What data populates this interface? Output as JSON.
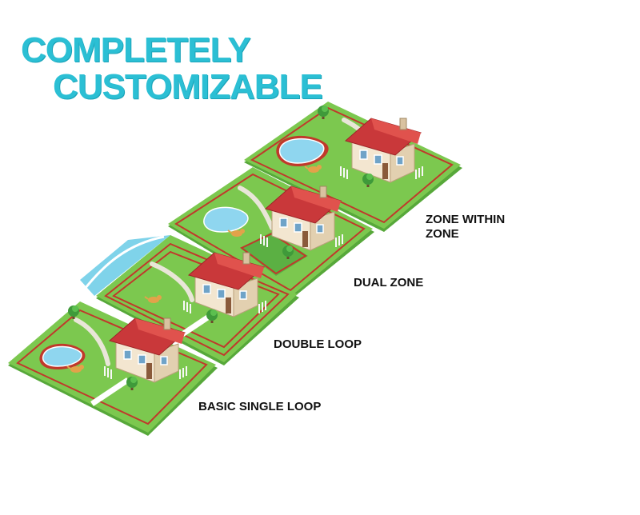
{
  "headline": {
    "line1": "COMPLETELY",
    "line2": "CUSTOMIZABLE"
  },
  "colors": {
    "headline": "#2bbfd4",
    "grass": "#7cc84f",
    "grass_edge": "#57a83a",
    "wire": "#c0392b",
    "water": "#8fd6ef",
    "roof": "#c9383a"
  },
  "configurations": [
    {
      "id": "zone-within-zone",
      "label_line1": "ZONE WITHIN",
      "label_line2": "ZONE"
    },
    {
      "id": "dual-zone",
      "label": "DUAL ZONE"
    },
    {
      "id": "double-loop",
      "label": "DOUBLE LOOP"
    },
    {
      "id": "basic-single-loop",
      "label": "BASIC SINGLE LOOP"
    }
  ]
}
